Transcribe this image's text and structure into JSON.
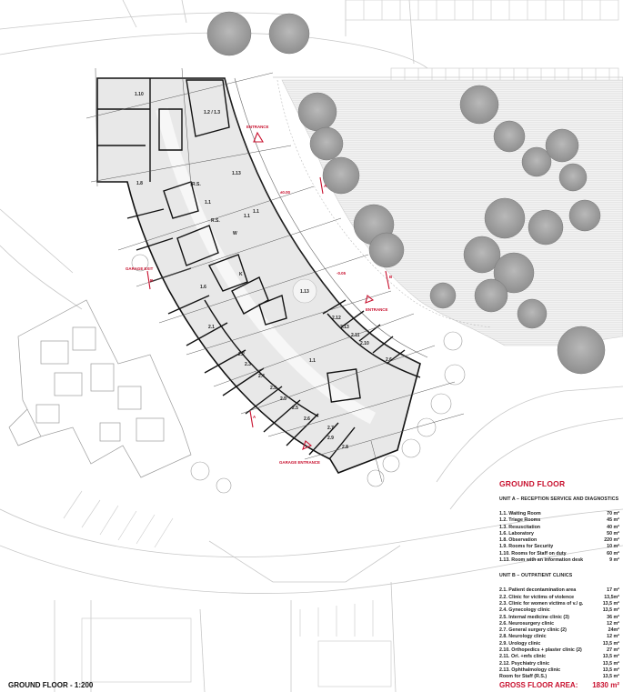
{
  "legend": {
    "title": "GROUND FLOOR",
    "unit_a": {
      "title": "UNIT A – RECEPTION SERVICE AND DIAGNOSTICS",
      "rooms": [
        {
          "name": "1.1. Waiting Room",
          "area": "70 m²"
        },
        {
          "name": "1.2. Triage Rooms",
          "area": "45 m²"
        },
        {
          "name": "1.3. Resuscitation",
          "area": "40 m²"
        },
        {
          "name": "1.6. Laboratory",
          "area": "50 m²"
        },
        {
          "name": "1.8. Observation",
          "area": "220 m²"
        },
        {
          "name": "1.9. Rooms for Security",
          "area": "10 m²"
        },
        {
          "name": "1.10. Rooms for Staff on duty",
          "area": "60 m²"
        },
        {
          "name": "1.13. Room with an information desk",
          "area": "9 m²"
        }
      ]
    },
    "unit_b": {
      "title": "UNIT B – OUTPATIENT CLINICS",
      "rooms": [
        {
          "name": "2.1. Patient decontamination area",
          "area": "17 m²"
        },
        {
          "name": "2.2. Clinic for victims of violence",
          "area": "13,5m²"
        },
        {
          "name": "2.3. Clinic for women victims of v./ g.",
          "area": "13,5 m²"
        },
        {
          "name": "2.4. Gynecology clinic",
          "area": "13,5 m²"
        },
        {
          "name": "2.5. Internal medicine clinic (3)",
          "area": "36 m²"
        },
        {
          "name": "2.6. Neurosurgery clinic",
          "area": "12 m²"
        },
        {
          "name": "2.7. General surgery clinic (2)",
          "area": "24m²"
        },
        {
          "name": "2.8. Neurology clinic",
          "area": "12 m²"
        },
        {
          "name": "2.9. Urology clinic",
          "area": "13,5 m²"
        },
        {
          "name": "2.10. Orthopedics + plaster clinic (2)",
          "area": "27 m²"
        },
        {
          "name": "2.11. Orl. +mfs clinic",
          "area": "13,5 m²"
        },
        {
          "name": "2.12. Psychiatry clinic",
          "area": "13,5 m²"
        },
        {
          "name": "2.13. Ophthalmology clinic",
          "area": "13,5 m²"
        },
        {
          "name": "Room for Staff (R.S.)",
          "area": "13,5 m²"
        }
      ]
    },
    "gross_label": "GROSS FLOOR AREA:",
    "gross_value": "1830 m²"
  },
  "caption": "GROUND FLOOR - 1:200",
  "plan_labels": {
    "entrance_top": "ENTRANCE",
    "entrance_right": "ENTRANCE",
    "garage_exit": "GARAGE EXIT",
    "garage_entrance": "GARAGE ENTRANCE",
    "level_1": "±0.00",
    "level_2": "-0.05",
    "sect_a1": "A",
    "sect_a2": "A",
    "sect_b1": "B",
    "sect_b2": "B",
    "r110": "1.10",
    "r12": "1.2 / 1.3",
    "r18": "1.8",
    "r113": "1.13",
    "rRS1": "R.S.",
    "rRS2": "R.S.",
    "r11a": "1.1",
    "r11b": "1.1",
    "r11c": "1.1",
    "r11d": "1.1",
    "r113b": "1.13",
    "r16": "1.6",
    "rW": "W",
    "rK": "K",
    "r21": "2.1",
    "r22": "2.2",
    "r23": "2.3",
    "r24": "2.4",
    "r25a": "2.5",
    "r25b": "2.5",
    "r25c": "2.5",
    "r26": "2.6",
    "r27": "2.7",
    "r28": "2.8",
    "r29": "2.9",
    "r210": "2.10",
    "r211": "2.11",
    "r212": "2.12",
    "r213": "2.13",
    "r26b": "2.6"
  },
  "colors": {
    "accent": "#c8102e",
    "wall": "#111111",
    "tree": "#9c9c9c",
    "floor": "#e6e6e6"
  }
}
